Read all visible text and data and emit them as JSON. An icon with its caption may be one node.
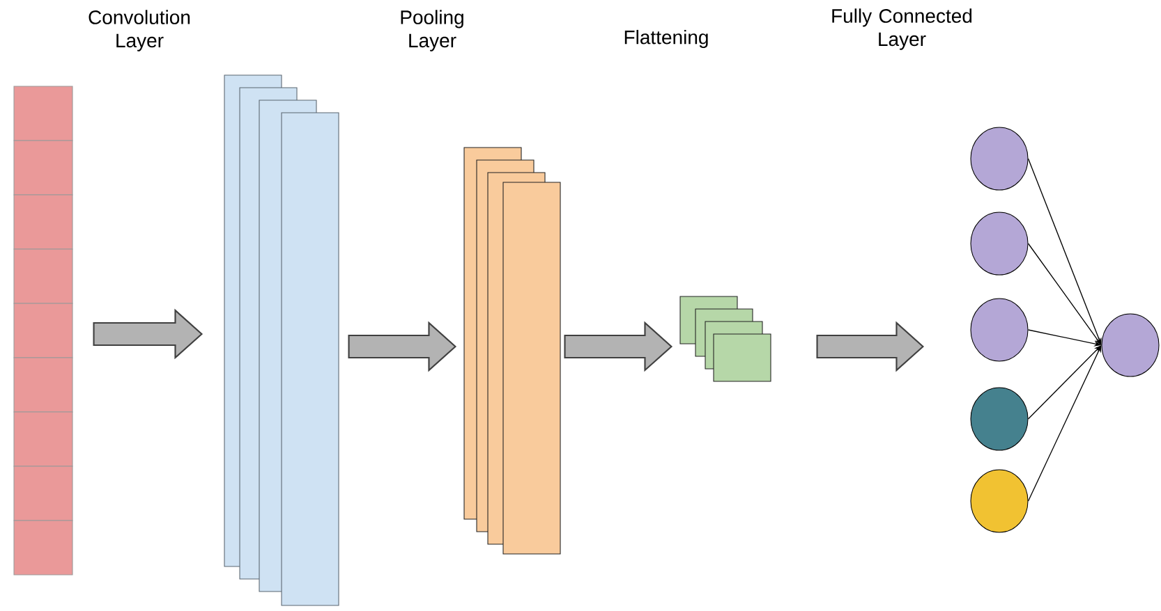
{
  "diagram": {
    "nodes": [
      {
        "text": [],
        "shape": "bar"
      },
      {
        "text": [],
        "shape": "box"
      },
      {
        "text": [],
        "shape": "box"
      },
      {
        "text": [],
        "shape": "box"
      },
      {
        "text": [],
        "shape": "circle"
      },
      {
        "text": [],
        "shape": "circle"
      },
      {
        "text": [],
        "shape": "circle"
      },
      {
        "text": [],
        "shape": "circle"
      },
      {
        "text": [],
        "shape": "circle"
      },
      {
        "text": [],
        "shape": "circle"
      }
    ],
    "edges": [
      {
        "from": 0,
        "to": 1,
        "arrow": "to",
        "style": "thick",
        "color": "#b3b3b3"
      },
      {
        "from": 1,
        "to": 2,
        "arrow": "to",
        "style": "thick",
        "color": "#b3b3b3"
      },
      {
        "from": 2,
        "to": 3,
        "arrow": "to",
        "style": "thick",
        "color": "#b3b3b3"
      },
      {
        "from": 3,
        "to": 6,
        "arrow": "to",
        "style": "thick",
        "color": "#b3b3b3"
      },
      {
        "from": 4,
        "to": 9,
        "arrow": "to"
      },
      {
        "from": 5,
        "to": 9,
        "arrow": "to"
      },
      {
        "from": 6,
        "to": 9,
        "arrow": "to"
      },
      {
        "from": 7,
        "to": 9,
        "arrow": "to"
      },
      {
        "from": 8,
        "to": 9,
        "arrow": "to"
      }
    ],
    "labels": [
      "Convolution Layer",
      "Pooling Layer",
      "Flattening",
      "Fully Connected Layer"
    ]
  }
}
